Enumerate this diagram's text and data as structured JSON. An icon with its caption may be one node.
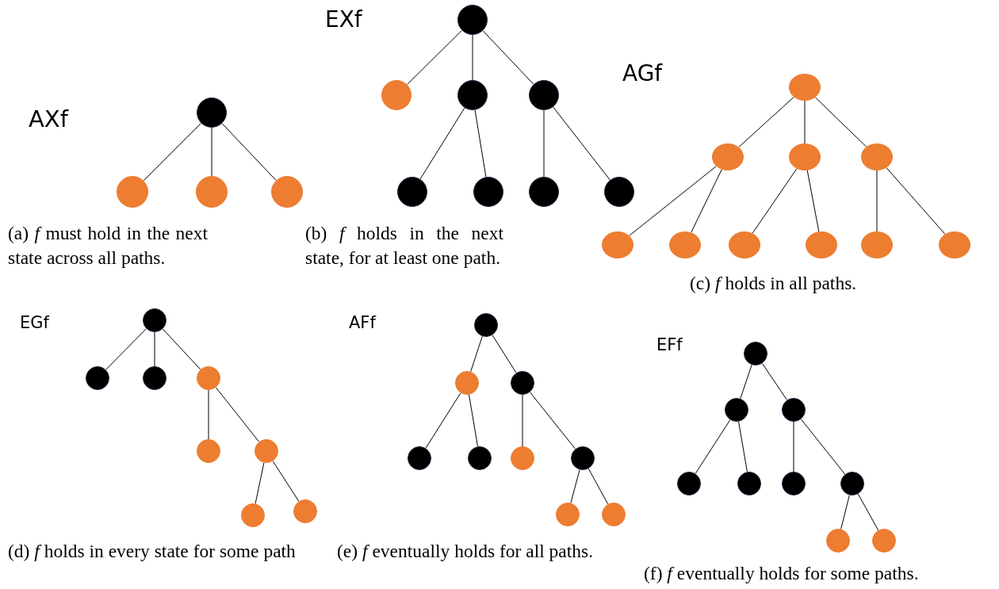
{
  "diagram": {
    "nodes": [
      {
        "text": [],
        "shape": "circle"
      },
      {
        "text": [],
        "shape": "circle"
      },
      {
        "text": [],
        "shape": "circle"
      },
      {
        "text": [],
        "shape": "circle"
      },
      {
        "text": [],
        "shape": "circle"
      },
      {
        "text": [],
        "shape": "circle"
      },
      {
        "text": [],
        "shape": "circle"
      },
      {
        "text": [],
        "shape": "circle"
      },
      {
        "text": [],
        "shape": "circle"
      },
      {
        "text": [],
        "shape": "circle"
      },
      {
        "text": [],
        "shape": "circle"
      },
      {
        "text": [],
        "shape": "circle"
      },
      {
        "text": [],
        "shape": "circle"
      },
      {
        "text": [],
        "shape": "circle"
      },
      {
        "text": [],
        "shape": "circle"
      },
      {
        "text": [],
        "shape": "circle"
      },
      {
        "text": [],
        "shape": "circle"
      },
      {
        "text": [],
        "shape": "circle"
      },
      {
        "text": [],
        "shape": "circle"
      },
      {
        "text": [],
        "shape": "circle"
      },
      {
        "text": [],
        "shape": "circle"
      },
      {
        "text": [],
        "shape": "circle"
      },
      {
        "text": [],
        "shape": "circle"
      },
      {
        "text": [],
        "shape": "circle"
      },
      {
        "text": [],
        "shape": "circle"
      },
      {
        "text": [],
        "shape": "circle"
      },
      {
        "text": [],
        "shape": "circle"
      },
      {
        "text": [],
        "shape": "circle"
      },
      {
        "text": [],
        "shape": "circle"
      },
      {
        "text": [],
        "shape": "circle"
      },
      {
        "text": [],
        "shape": "circle"
      },
      {
        "text": [],
        "shape": "circle"
      },
      {
        "text": [],
        "shape": "circle"
      },
      {
        "text": [],
        "shape": "circle"
      },
      {
        "text": [],
        "shape": "circle"
      },
      {
        "text": [],
        "shape": "circle"
      },
      {
        "text": [],
        "shape": "circle"
      },
      {
        "text": [],
        "shape": "circle"
      },
      {
        "text": [],
        "shape": "circle"
      },
      {
        "text": [],
        "shape": "circle"
      },
      {
        "text": [],
        "shape": "circle"
      },
      {
        "text": [],
        "shape": "circle"
      },
      {
        "text": [],
        "shape": "circle"
      },
      {
        "text": [],
        "shape": "circle"
      },
      {
        "text": [],
        "shape": "circle"
      },
      {
        "text": [],
        "shape": "circle"
      },
      {
        "text": [],
        "shape": "circle"
      },
      {
        "text": [],
        "shape": "circle"
      }
    ],
    "edges": [
      {
        "from": 0,
        "to": 1,
        "arrow": "none"
      },
      {
        "from": 0,
        "to": 2,
        "arrow": "none"
      },
      {
        "from": 0,
        "to": 3,
        "arrow": "none"
      },
      {
        "from": 4,
        "to": 5,
        "arrow": "none"
      },
      {
        "from": 4,
        "to": 6,
        "arrow": "none"
      },
      {
        "from": 4,
        "to": 7,
        "arrow": "none"
      },
      {
        "from": 6,
        "to": 8,
        "arrow": "none"
      },
      {
        "from": 6,
        "to": 9,
        "arrow": "none"
      },
      {
        "from": 7,
        "to": 10,
        "arrow": "none"
      },
      {
        "from": 7,
        "to": 11,
        "arrow": "none"
      },
      {
        "from": 12,
        "to": 13,
        "arrow": "none"
      },
      {
        "from": 12,
        "to": 14,
        "arrow": "none"
      },
      {
        "from": 12,
        "to": 15,
        "arrow": "none"
      },
      {
        "from": 13,
        "to": 16,
        "arrow": "none"
      },
      {
        "from": 13,
        "to": 17,
        "arrow": "none"
      },
      {
        "from": 14,
        "to": 18,
        "arrow": "none"
      },
      {
        "from": 14,
        "to": 19,
        "arrow": "none"
      },
      {
        "from": 15,
        "to": 20,
        "arrow": "none"
      },
      {
        "from": 15,
        "to": 21,
        "arrow": "none"
      },
      {
        "from": 22,
        "to": 23,
        "arrow": "none"
      },
      {
        "from": 22,
        "to": 24,
        "arrow": "none"
      },
      {
        "from": 22,
        "to": 25,
        "arrow": "none"
      },
      {
        "from": 25,
        "to": 26,
        "arrow": "none"
      },
      {
        "from": 25,
        "to": 27,
        "arrow": "none"
      },
      {
        "from": 27,
        "to": 28,
        "arrow": "none"
      },
      {
        "from": 27,
        "to": 29,
        "arrow": "none"
      },
      {
        "from": 30,
        "to": 31,
        "arrow": "none"
      },
      {
        "from": 30,
        "to": 32,
        "arrow": "none"
      },
      {
        "from": 31,
        "to": 33,
        "arrow": "none"
      },
      {
        "from": 31,
        "to": 34,
        "arrow": "none"
      },
      {
        "from": 32,
        "to": 35,
        "arrow": "none"
      },
      {
        "from": 32,
        "to": 36,
        "arrow": "none"
      },
      {
        "from": 36,
        "to": 37,
        "arrow": "none"
      },
      {
        "from": 36,
        "to": 38,
        "arrow": "none"
      },
      {
        "from": 39,
        "to": 40,
        "arrow": "none"
      },
      {
        "from": 39,
        "to": 41,
        "arrow": "none"
      },
      {
        "from": 40,
        "to": 42,
        "arrow": "none"
      },
      {
        "from": 40,
        "to": 43,
        "arrow": "none"
      },
      {
        "from": 41,
        "to": 44,
        "arrow": "none"
      },
      {
        "from": 41,
        "to": 45,
        "arrow": "none"
      },
      {
        "from": 45,
        "to": 46,
        "arrow": "none"
      },
      {
        "from": 45,
        "to": 47,
        "arrow": "none"
      }
    ],
    "labels": [
      "EXf",
      "AGf",
      "AXf",
      "(a) *f* must hold in the next state across all paths.",
      "(b) *f* holds in the next state, for at least one path.",
      "(c) *f* holds in all paths.",
      "EGf",
      "AFf",
      "EFf",
      "(d) *f* holds in every state for some path",
      "(e) *f* eventually holds for all paths.",
      "(f) *f* eventually holds for some paths."
    ]
  }
}
